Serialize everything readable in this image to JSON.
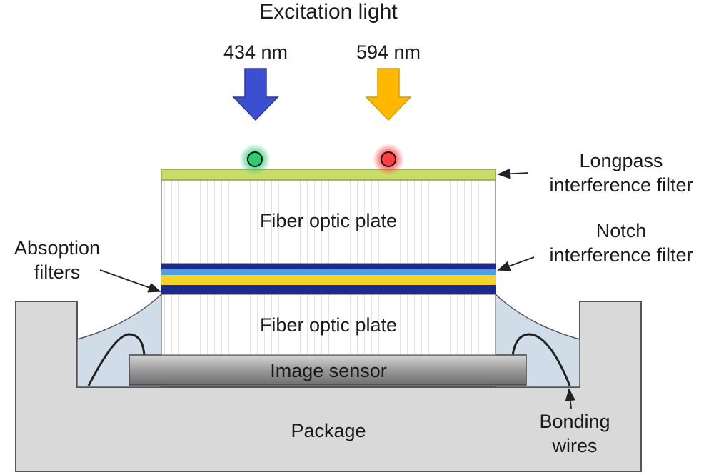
{
  "title": "Excitation light",
  "wavelengths": {
    "blue": "434 nm",
    "yellow": "594 nm"
  },
  "labels": {
    "fiber_plate_top": "Fiber optic plate",
    "fiber_plate_bottom": "Fiber optic plate",
    "image_sensor": "Image sensor",
    "package": "Package",
    "longpass": [
      "Longpass",
      "interference filter"
    ],
    "notch": [
      "Notch",
      "interference filter"
    ],
    "absorption": [
      "Absoption",
      "filters"
    ],
    "bonding": [
      "Bonding",
      "wires"
    ]
  },
  "colors": {
    "blue_arrow": "#3b4fd0",
    "yellow_arrow": "#ffb800",
    "longpass_filter": "#c8dc6a",
    "notch_filter_light": "#4aa0e0",
    "notch_filter_dark": "#1c2a8c",
    "absorption_yellow": "#f5d22a",
    "package": "#d9d9d9",
    "encapsulant": "#d0dce8",
    "sensor": "#8c8c8c",
    "green_bead": "#2ecc71",
    "red_bead": "#ff4040"
  }
}
